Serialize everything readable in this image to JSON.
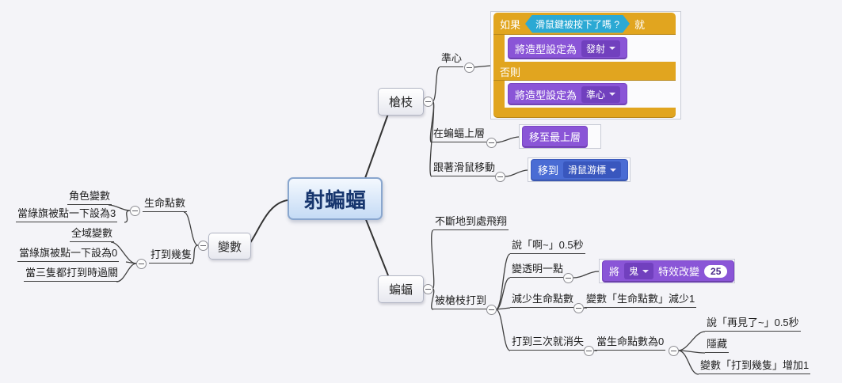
{
  "canvas": {
    "background": "#f4f4f8"
  },
  "central": {
    "label": "射蝙蝠"
  },
  "gun": {
    "node": "槍枝",
    "crosshair": "準心",
    "above_bat": "在蝙蝠上層",
    "follow_mouse": "跟著滑鼠移動"
  },
  "variables": {
    "node": "變數",
    "life": {
      "label": "生命點數",
      "children": [
        "角色變數",
        "當綠旗被點一下設為3"
      ]
    },
    "hits": {
      "label": "打到幾隻",
      "children": [
        "全域變數",
        "當綠旗被點一下設為0",
        "當三隻都打到時過關"
      ]
    }
  },
  "bat": {
    "node": "蝙蝠",
    "fly": "不斷地到處飛翔",
    "hit": {
      "label": "被槍枝打到",
      "say": "說「啊~」0.5秒",
      "fade": "變透明一點",
      "decrease": "減少生命點數",
      "decrease_detail": "變數「生命點數」減少1",
      "vanish": "打到三次就消失",
      "vanish_condition": "當生命點數為0",
      "vanish_children": [
        "說「再見了~」0.5秒",
        "隱藏",
        "變數「打到幾隻」增加1"
      ]
    }
  },
  "scratch": {
    "if_else": {
      "if": "如果",
      "condition": "滑鼠鍵被按下了嗎 ?",
      "then": "就",
      "set_costume": "將造型設定為",
      "costume_shoot": "發射",
      "else": "否則",
      "costume_aim": "準心"
    },
    "go_front": "移至最上層",
    "go_to": {
      "label": "移到",
      "target": "滑鼠游標"
    },
    "effect": {
      "set": "將",
      "name": "鬼",
      "action": "特效改變",
      "value": "25"
    }
  },
  "colors": {
    "control_orange": "#E1A51F",
    "looks_purple": "#8A55D7",
    "sensing_teal": "#2BA9D4",
    "motion_blue": "#4A6CD4",
    "central_fill": "#c5dbf5"
  }
}
